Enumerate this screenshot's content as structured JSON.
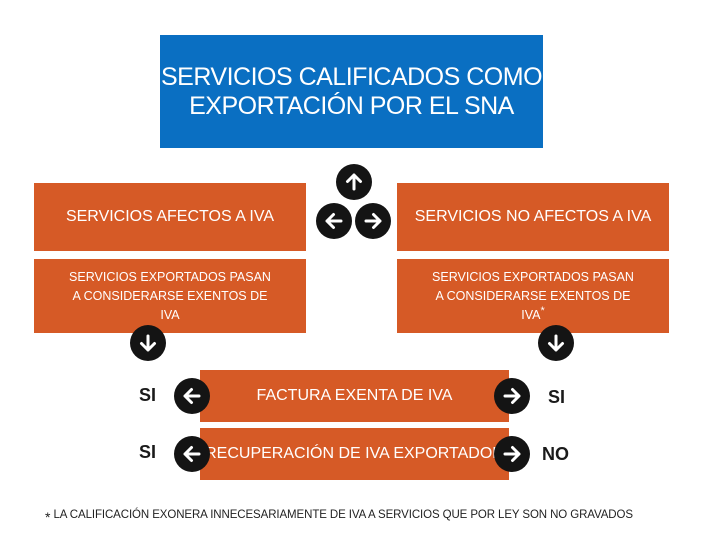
{
  "title": "SERVICIOS CALIFICADOS COMO EXPORTACIÓN POR EL SNA",
  "left": {
    "header": "SERVICIOS AFECTOS A IVA",
    "sub": "SERVICIOS EXPORTADOS PASAN A CONSIDERARSE EXENTOS DE IVA"
  },
  "right": {
    "header": "SERVICIOS NO AFECTOS A IVA",
    "sub": "SERVICIOS EXPORTADOS PASAN A CONSIDERARSE EXENTOS DE IVA",
    "sub_mark": "*"
  },
  "rows": [
    {
      "label": "FACTURA EXENTA DE IVA",
      "left_answer": "SI",
      "right_answer": "SI"
    },
    {
      "label": "RECUPERACIÓN DE IVA EXPORTADOR",
      "left_answer": "SI",
      "right_answer": "NO"
    }
  ],
  "footnote": {
    "mark": "*",
    "text": "LA CALIFICACIÓN EXONERA INNECESARIAMENTE DE IVA A SERVICIOS QUE POR LEY SON NO GRAVADOS"
  },
  "colors": {
    "blue": "#0a6fc2",
    "orange": "#d65a26",
    "circle": "#141414"
  },
  "icons": [
    "arrow-up-icon",
    "arrow-left-icon",
    "arrow-right-icon",
    "arrow-down-icon"
  ]
}
